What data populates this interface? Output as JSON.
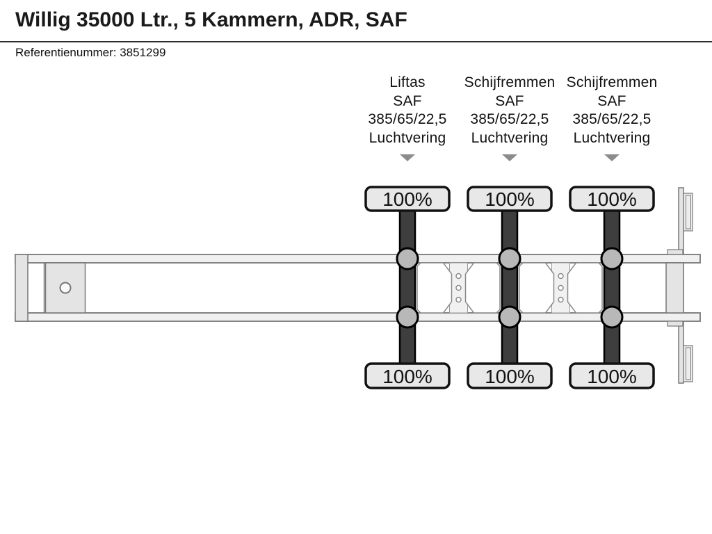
{
  "header": {
    "title": "Willig 35000 Ltr., 5 Kammern, ADR, SAF",
    "reference_text": "Referentienummer: 3851299"
  },
  "axles": [
    {
      "type": "Liftas",
      "brand": "SAF",
      "tire_size": "385/65/22,5",
      "suspension": "Luchtvering",
      "load_top": "100%",
      "load_bottom": "100%"
    },
    {
      "type": "Schijfremmen",
      "brand": "SAF",
      "tire_size": "385/65/22,5",
      "suspension": "Luchtvering",
      "load_top": "100%",
      "load_bottom": "100%"
    },
    {
      "type": "Schijfremmen",
      "brand": "SAF",
      "tire_size": "385/65/22,5",
      "suspension": "Luchtvering",
      "load_top": "100%",
      "load_bottom": "100%"
    }
  ],
  "icons": {
    "arrow_down": "arrow-down-icon"
  },
  "colors": {
    "badge_fill": "#e8e8e8",
    "badge_border": "#111111",
    "axle_bar": "#3e3e3e",
    "wheel_fill": "#b8b8b8",
    "frame_fill": "#f0f0f0",
    "frame_stroke": "#777777",
    "panel_stroke": "#8a8a8a",
    "arrow": "#8c8c8c",
    "divider": "#2e2e2e",
    "text": "#111111"
  }
}
